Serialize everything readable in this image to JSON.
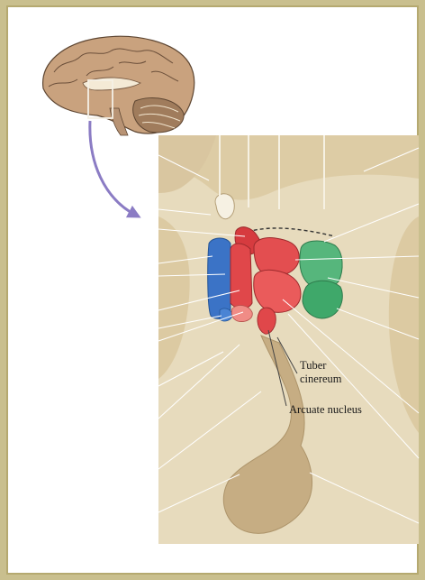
{
  "figure": {
    "labels": {
      "tuber_cinereum_line1": "Tuber",
      "tuber_cinereum_line2": "cinereum",
      "arcuate_nucleus": "Arcuate nucleus"
    }
  },
  "colors": {
    "background": "#c9bf8e",
    "panel": "#ffffff",
    "tissue": "#e7dbbd",
    "tissue_dark": "#cdb78e",
    "anterior_nuclei_blue": "#3b73c6",
    "tuberal_nuclei_red": "#e0474a",
    "posterior_nuclei_green": "#3fa86a",
    "arrow": "#8b7cc4"
  }
}
